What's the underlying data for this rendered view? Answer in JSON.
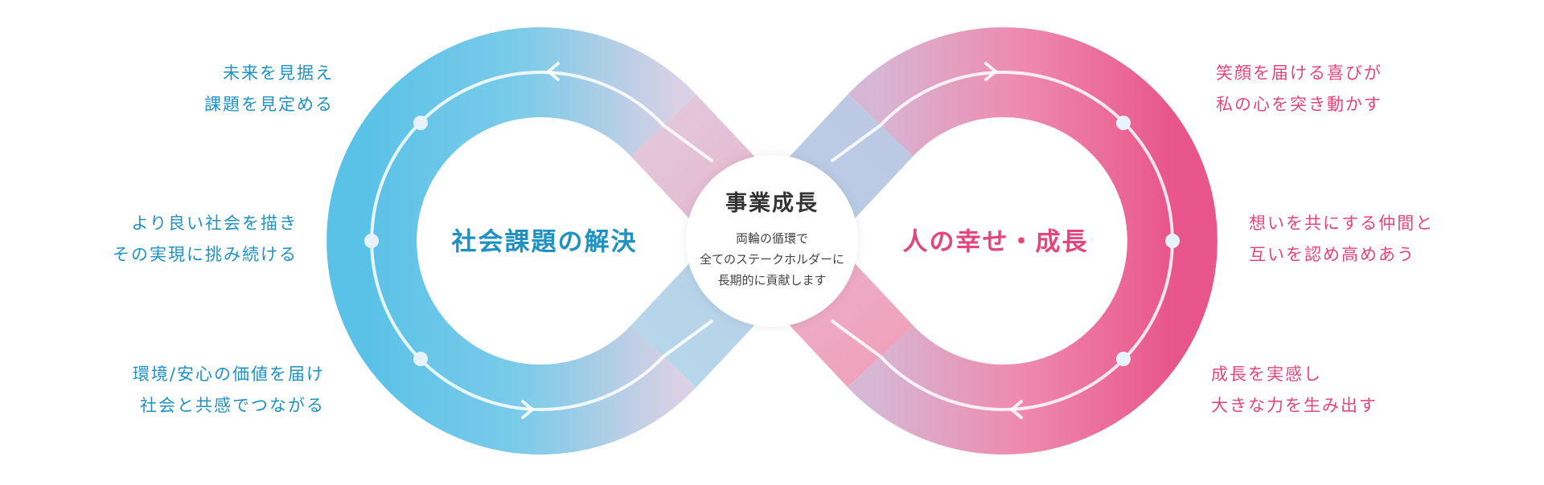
{
  "colors": {
    "blue": "#5bc2e7",
    "pink": "#e8588a",
    "blue_text": "#1f92c2",
    "pink_text": "#e2467f"
  },
  "left_loop": {
    "title": "社会課題の解決",
    "labels": [
      {
        "line1": "未来を見据え",
        "line2": "課題を見定める"
      },
      {
        "line1": "より良い社会を描き",
        "line2": "その実現に挑み続ける"
      },
      {
        "line1": "環境/安心の価値を届け",
        "line2": "社会と共感でつながる"
      }
    ]
  },
  "right_loop": {
    "title": "人の幸せ・成長",
    "labels": [
      {
        "line1": "笑顔を届ける喜びが",
        "line2": "私の心を突き動かす"
      },
      {
        "line1": "想いを共にする仲間と",
        "line2": "互いを認め高めあう"
      },
      {
        "line1": "成長を実感し",
        "line2": "大きな力を生み出す"
      }
    ]
  },
  "center": {
    "title": "事業成長",
    "lines": [
      "両輪の循環で",
      "全てのステークホルダーに",
      "長期的に貢献します"
    ]
  }
}
